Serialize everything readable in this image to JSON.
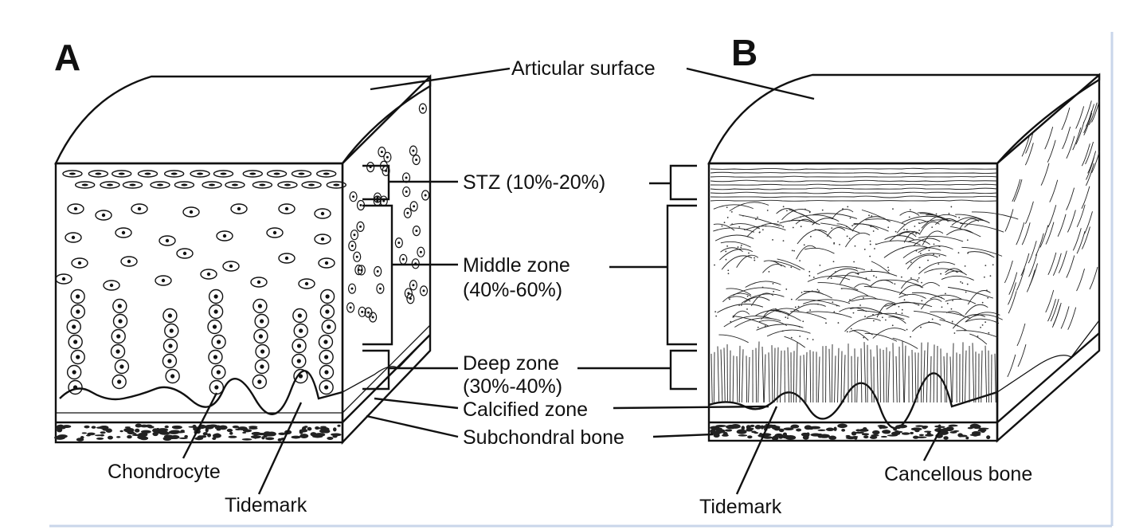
{
  "panels": {
    "a_letter": "A",
    "b_letter": "B"
  },
  "labels": {
    "articular_surface": "Articular surface",
    "stz": "STZ (10%-20%)",
    "middle_zone_1": "Middle zone",
    "middle_zone_2": "(40%-60%)",
    "deep_zone_1": "Deep zone",
    "deep_zone_2": "(30%-40%)",
    "calcified_zone": "Calcified zone",
    "subchondral_bone": "Subchondral bone",
    "chondrocyte": "Chondrocyte",
    "tidemark_a": "Tidemark",
    "tidemark_b": "Tidemark",
    "cancellous_bone": "Cancellous bone"
  },
  "colors": {
    "ink": "#111111",
    "background": "#ffffff",
    "frame_rule": "#c9d6ea"
  }
}
